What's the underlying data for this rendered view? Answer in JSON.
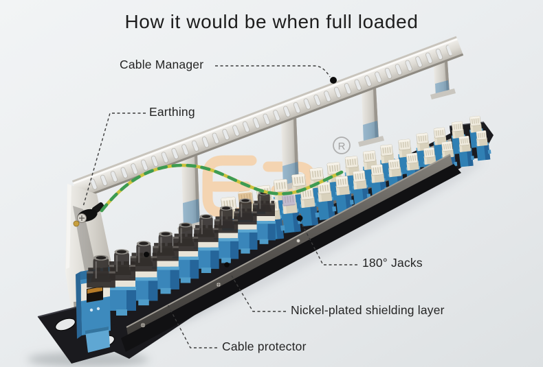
{
  "title": "How it would be when full loaded",
  "annotations": {
    "cable_manager": "Cable Manager",
    "earthing": "Earthing",
    "jacks_180": "180° Jacks",
    "nickel_shielding": "Nickel-plated shielding layer",
    "cable_protector": "Cable protector"
  },
  "watermark": {
    "registered_letter": "R"
  },
  "colors": {
    "background": "#eceff1",
    "label_text": "#242424",
    "leader_line": "#3b3b3b",
    "jack_blue": "#3a86ba",
    "panel_black": "#17171b",
    "metal_silver": "#d9d6d0",
    "wire_green": "#3d9b52",
    "wire_yellow": "#cdc23e",
    "logo_peach": "#f5d3ad"
  }
}
